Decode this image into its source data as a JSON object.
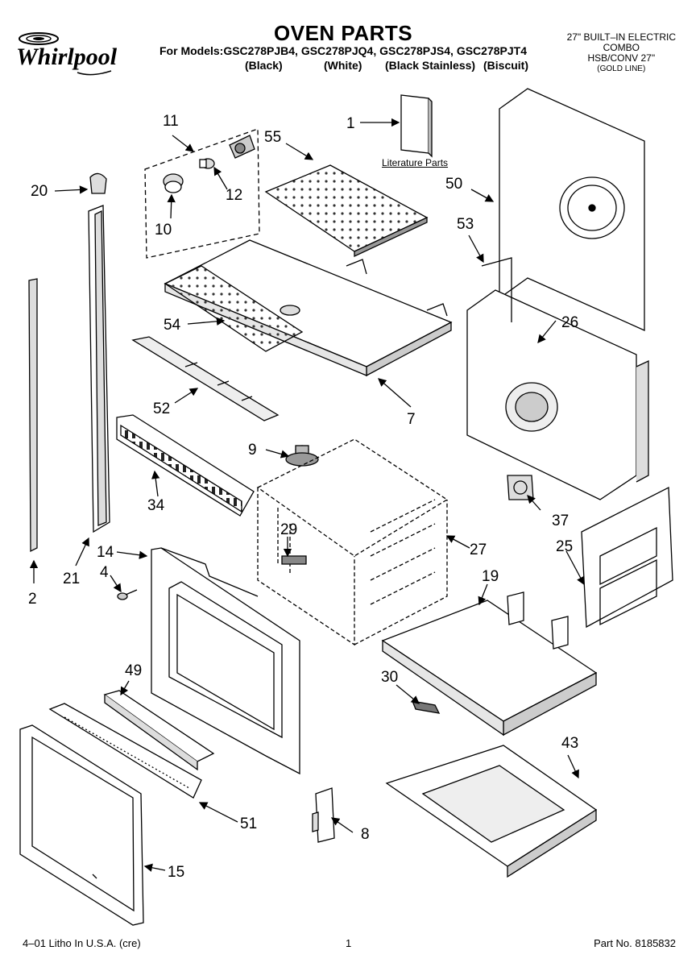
{
  "header": {
    "brand": "Whirlpool",
    "title": "OVEN PARTS",
    "models_line": "For Models:GSC278PJB4, GSC278PJQ4, GSC278PJS4, GSC278PJT4",
    "colors": [
      "(Black)",
      "(White)",
      "(Black Stainless)",
      "(Biscuit)"
    ],
    "product_lines": [
      "27\" BUILT–IN ELECTRIC",
      "COMBO",
      "HSB/CONV 27\""
    ],
    "gold_line": "(GOLD LINE)"
  },
  "literature_label": "Literature Parts",
  "callouts": [
    "1",
    "2",
    "4",
    "7",
    "8",
    "9",
    "10",
    "11",
    "12",
    "14",
    "15",
    "19",
    "20",
    "21",
    "25",
    "26",
    "27",
    "29",
    "30",
    "34",
    "37",
    "43",
    "49",
    "50",
    "51",
    "52",
    "53",
    "54",
    "55"
  ],
  "footer": {
    "left": "4–01 Litho In U.S.A. (cre)",
    "page": "1",
    "part_no": "Part No. 8185832"
  }
}
